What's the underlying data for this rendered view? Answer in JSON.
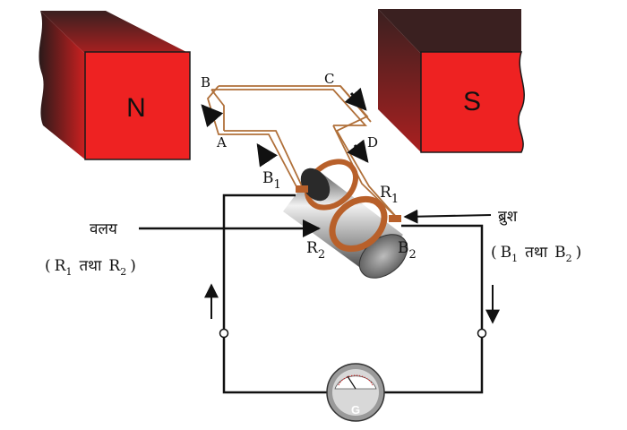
{
  "magnets": {
    "north_label": "N",
    "south_label": "S",
    "face_color": "#ee2222",
    "shadow_color": "#3a2020"
  },
  "coil": {
    "corner_b": "B",
    "corner_c": "C",
    "corner_a": "A",
    "corner_d": "D",
    "wire_color": "#b0703a"
  },
  "rings": {
    "r1": "R",
    "r1_sub": "1",
    "r2": "R",
    "r2_sub": "2",
    "ring_color": "#b8602a"
  },
  "brushes": {
    "b1": "B",
    "b1_sub": "1",
    "b2": "B",
    "b2_sub": "2"
  },
  "callouts": {
    "rings_label": "वलय",
    "rings_paren_open": "(",
    "rings_r1": "R",
    "rings_r1_sub": "1",
    "rings_and": "तथा",
    "rings_r2": "R",
    "rings_r2_sub": "2",
    "rings_paren_close": ")",
    "brush_label": "ब्रुश",
    "brush_paren_open": "(",
    "brush_b1": "B",
    "brush_b1_sub": "1",
    "brush_and": "तथा",
    "brush_b2": "B",
    "brush_b2_sub": "2",
    "brush_paren_close": ")"
  },
  "galvanometer": {
    "label": "G"
  }
}
